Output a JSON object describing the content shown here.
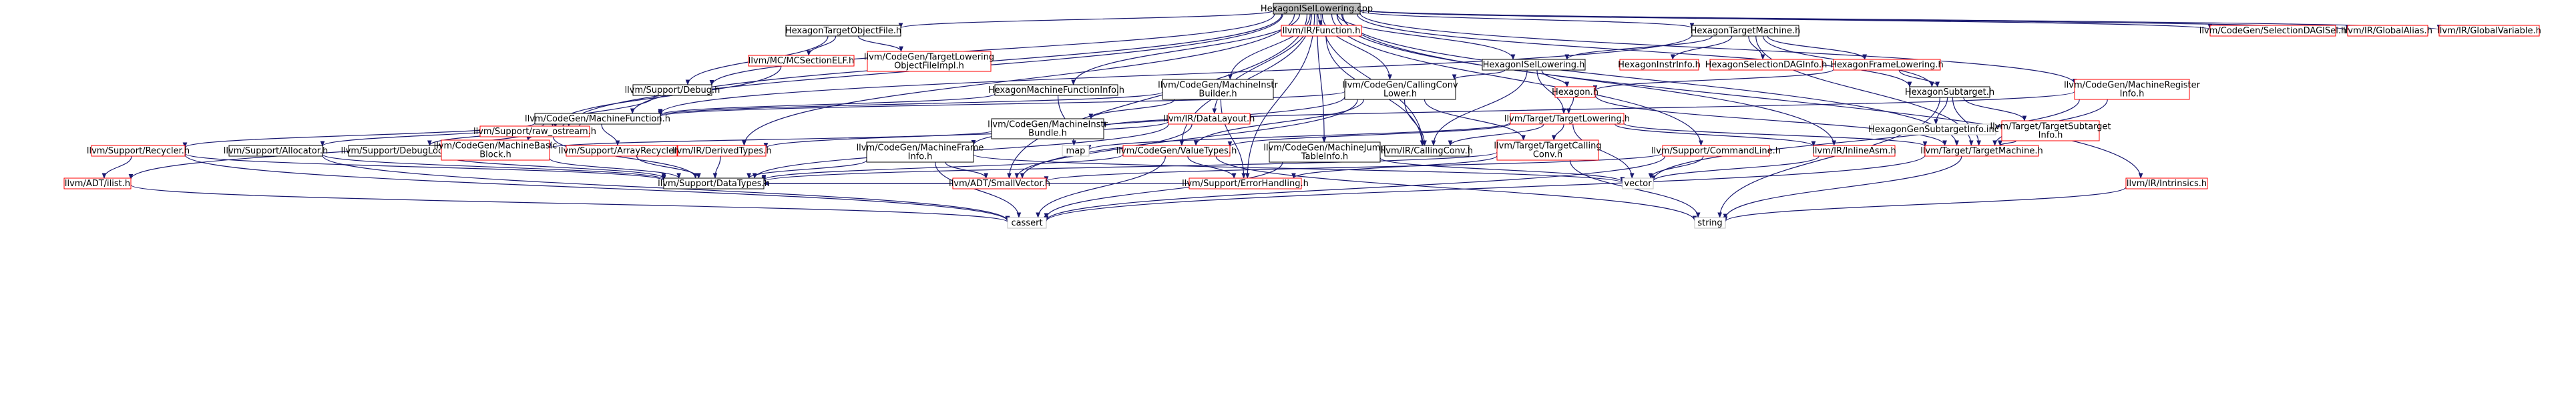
{
  "nodes": [
    {
      "id": "root",
      "lines": [
        "HexagonISelLowering.cpp"
      ],
      "style": "root",
      "link": false
    },
    {
      "id": "tof",
      "lines": [
        "HexagonTargetObjectFile.h"
      ],
      "style": "black",
      "link": true
    },
    {
      "id": "func",
      "lines": [
        "llvm/IR/Function.h"
      ],
      "style": "red",
      "link": true
    },
    {
      "id": "htm",
      "lines": [
        "HexagonTargetMachine.h"
      ],
      "style": "black",
      "link": true
    },
    {
      "id": "seldag",
      "lines": [
        "llvm/CodeGen/SelectionDAGISel.h"
      ],
      "style": "red",
      "link": true
    },
    {
      "id": "galias",
      "lines": [
        "llvm/IR/GlobalAlias.h"
      ],
      "style": "red",
      "link": true
    },
    {
      "id": "gvar",
      "lines": [
        "llvm/IR/GlobalVariable.h"
      ],
      "style": "red",
      "link": true
    },
    {
      "id": "mcsec",
      "lines": [
        "llvm/MC/MCSectionELF.h"
      ],
      "style": "red",
      "link": true
    },
    {
      "id": "tlof",
      "lines": [
        "llvm/CodeGen/TargetLowering",
        "ObjectFileImpl.h"
      ],
      "style": "red",
      "link": true
    },
    {
      "id": "isel",
      "lines": [
        "HexagonISelLowering.h"
      ],
      "style": "black",
      "link": true
    },
    {
      "id": "instrinfo",
      "lines": [
        "HexagonInstrInfo.h"
      ],
      "style": "red",
      "link": true
    },
    {
      "id": "seldaginfo",
      "lines": [
        "HexagonSelectionDAGInfo.h"
      ],
      "style": "red",
      "link": true
    },
    {
      "id": "framelow",
      "lines": [
        "HexagonFrameLowering.h"
      ],
      "style": "red",
      "link": true
    },
    {
      "id": "debug",
      "lines": [
        "llvm/Support/Debug.h"
      ],
      "style": "black",
      "link": true
    },
    {
      "id": "mfi",
      "lines": [
        "HexagonMachineFunctionInfo.h"
      ],
      "style": "black",
      "link": true
    },
    {
      "id": "mib",
      "lines": [
        "llvm/CodeGen/MachineInstr",
        "Builder.h"
      ],
      "style": "black",
      "link": true
    },
    {
      "id": "ccl",
      "lines": [
        "llvm/CodeGen/CallingConv",
        "Lower.h"
      ],
      "style": "black",
      "link": true
    },
    {
      "id": "hexh",
      "lines": [
        "Hexagon.h"
      ],
      "style": "red",
      "link": true
    },
    {
      "id": "subtarget",
      "lines": [
        "HexagonSubtarget.h"
      ],
      "style": "black",
      "link": true
    },
    {
      "id": "mri",
      "lines": [
        "llvm/CodeGen/MachineRegister",
        "Info.h"
      ],
      "style": "red",
      "link": true
    },
    {
      "id": "rawos",
      "lines": [
        "llvm/Support/raw_ostream.h"
      ],
      "style": "red",
      "link": true
    },
    {
      "id": "mf",
      "lines": [
        "llvm/CodeGen/MachineFunction.h"
      ],
      "style": "black",
      "link": true
    },
    {
      "id": "mibundle",
      "lines": [
        "llvm/CodeGen/MachineInstr",
        "Bundle.h"
      ],
      "style": "black",
      "link": true
    },
    {
      "id": "dl",
      "lines": [
        "llvm/IR/DataLayout.h"
      ],
      "style": "red",
      "link": true
    },
    {
      "id": "tl",
      "lines": [
        "llvm/Target/TargetLowering.h"
      ],
      "style": "red",
      "link": true
    },
    {
      "id": "gensub",
      "lines": [
        "HexagonGenSubtargetInfo.inc"
      ],
      "style": "gray",
      "link": false
    },
    {
      "id": "tsi",
      "lines": [
        "llvm/Target/TargetSubtarget",
        "Info.h"
      ],
      "style": "red",
      "link": true
    },
    {
      "id": "recycler",
      "lines": [
        "llvm/Support/Recycler.h"
      ],
      "style": "red",
      "link": true
    },
    {
      "id": "alloc",
      "lines": [
        "llvm/Support/Allocator.h"
      ],
      "style": "black",
      "link": true
    },
    {
      "id": "dloc",
      "lines": [
        "llvm/Support/DebugLoc.h"
      ],
      "style": "black",
      "link": true
    },
    {
      "id": "mbb",
      "lines": [
        "llvm/CodeGen/MachineBasic",
        "Block.h"
      ],
      "style": "red",
      "link": true
    },
    {
      "id": "arec",
      "lines": [
        "llvm/Support/ArrayRecycler.h"
      ],
      "style": "red",
      "link": true
    },
    {
      "id": "dtypes",
      "lines": [
        "llvm/IR/DerivedTypes.h"
      ],
      "style": "red",
      "link": true
    },
    {
      "id": "mfi2",
      "lines": [
        "llvm/CodeGen/MachineFrame",
        "Info.h"
      ],
      "style": "black",
      "link": true
    },
    {
      "id": "vt",
      "lines": [
        "llvm/CodeGen/ValueTypes.h"
      ],
      "style": "red",
      "link": true
    },
    {
      "id": "mjt",
      "lines": [
        "llvm/CodeGen/MachineJump",
        "TableInfo.h"
      ],
      "style": "black",
      "link": true
    },
    {
      "id": "cc",
      "lines": [
        "llvm/IR/CallingConv.h"
      ],
      "style": "black",
      "link": true
    },
    {
      "id": "tcc",
      "lines": [
        "llvm/Target/TargetCalling",
        "Conv.h"
      ],
      "style": "red",
      "link": true
    },
    {
      "id": "cmdline",
      "lines": [
        "llvm/Support/CommandLine.h"
      ],
      "style": "red",
      "link": true
    },
    {
      "id": "inlineasm",
      "lines": [
        "llvm/IR/InlineAsm.h"
      ],
      "style": "red",
      "link": true
    },
    {
      "id": "tm",
      "lines": [
        "llvm/Target/TargetMachine.h"
      ],
      "style": "red",
      "link": true
    },
    {
      "id": "intrin",
      "lines": [
        "llvm/IR/Intrinsics.h"
      ],
      "style": "red",
      "link": true
    },
    {
      "id": "ilist",
      "lines": [
        "llvm/ADT/ilist.h"
      ],
      "style": "red",
      "link": true
    },
    {
      "id": "datatypes",
      "lines": [
        "llvm/Support/DataTypes.h"
      ],
      "style": "black",
      "link": true
    },
    {
      "id": "map",
      "lines": [
        "map"
      ],
      "style": "gray",
      "link": false
    },
    {
      "id": "smallvec",
      "lines": [
        "llvm/ADT/SmallVector.h"
      ],
      "style": "red",
      "link": true
    },
    {
      "id": "errh",
      "lines": [
        "llvm/Support/ErrorHandling.h"
      ],
      "style": "red",
      "link": true
    },
    {
      "id": "vector",
      "lines": [
        "vector"
      ],
      "style": "gray",
      "link": false
    },
    {
      "id": "cassert",
      "lines": [
        "cassert"
      ],
      "style": "gray",
      "link": false
    },
    {
      "id": "string",
      "lines": [
        "string"
      ],
      "style": "gray",
      "link": false
    }
  ],
  "edges": [
    [
      "root",
      "tof"
    ],
    [
      "root",
      "func"
    ],
    [
      "root",
      "htm"
    ],
    [
      "root",
      "seldag"
    ],
    [
      "root",
      "galias"
    ],
    [
      "root",
      "gvar"
    ],
    [
      "root",
      "isel"
    ],
    [
      "root",
      "mfi"
    ],
    [
      "root",
      "mib"
    ],
    [
      "root",
      "ccl"
    ],
    [
      "root",
      "mf"
    ],
    [
      "root",
      "rawos"
    ],
    [
      "root",
      "debug"
    ],
    [
      "root",
      "mri"
    ],
    [
      "root",
      "subtarget"
    ],
    [
      "root",
      "intrin"
    ],
    [
      "root",
      "dl"
    ],
    [
      "root",
      "dtypes"
    ],
    [
      "root",
      "vt"
    ],
    [
      "root",
      "mjt"
    ],
    [
      "root",
      "cc"
    ],
    [
      "root",
      "cmdline"
    ],
    [
      "root",
      "inlineasm"
    ],
    [
      "root",
      "tm"
    ],
    [
      "root",
      "errh"
    ],
    [
      "root",
      "smallvec"
    ],
    [
      "tof",
      "mcsec"
    ],
    [
      "tof",
      "tlof"
    ],
    [
      "tof",
      "debug"
    ],
    [
      "mcsec",
      "rawos"
    ],
    [
      "debug",
      "rawos"
    ],
    [
      "func",
      "cc"
    ],
    [
      "htm",
      "isel"
    ],
    [
      "htm",
      "instrinfo"
    ],
    [
      "htm",
      "seldaginfo"
    ],
    [
      "htm",
      "framelow"
    ],
    [
      "htm",
      "subtarget"
    ],
    [
      "htm",
      "tm"
    ],
    [
      "htm",
      "mf"
    ],
    [
      "isel",
      "hexh"
    ],
    [
      "isel",
      "tl"
    ],
    [
      "isel",
      "cc"
    ],
    [
      "isel",
      "ccl"
    ],
    [
      "framelow",
      "hexh"
    ],
    [
      "framelow",
      "subtarget"
    ],
    [
      "hexh",
      "tl"
    ],
    [
      "hexh",
      "tm"
    ],
    [
      "mfi",
      "mf"
    ],
    [
      "mfi",
      "map"
    ],
    [
      "mib",
      "mf"
    ],
    [
      "mib",
      "mibundle"
    ],
    [
      "mib",
      "errh"
    ],
    [
      "ccl",
      "mf"
    ],
    [
      "ccl",
      "mfi2"
    ],
    [
      "ccl",
      "vt"
    ],
    [
      "ccl",
      "tcc"
    ],
    [
      "ccl",
      "smallvec"
    ],
    [
      "ccl",
      "cc"
    ],
    [
      "subtarget",
      "gensub"
    ],
    [
      "subtarget",
      "tsi"
    ],
    [
      "subtarget",
      "tm"
    ],
    [
      "subtarget",
      "string"
    ],
    [
      "mri",
      "mibundle"
    ],
    [
      "mri",
      "tm"
    ],
    [
      "mri",
      "vector"
    ],
    [
      "rawos",
      "datatypes"
    ],
    [
      "mf",
      "recycler"
    ],
    [
      "mf",
      "alloc"
    ],
    [
      "mf",
      "dloc"
    ],
    [
      "mf",
      "mbb"
    ],
    [
      "mf",
      "arec"
    ],
    [
      "mf",
      "ilist"
    ],
    [
      "mibundle",
      "mbb"
    ],
    [
      "dl",
      "dtypes"
    ],
    [
      "dl",
      "datatypes"
    ],
    [
      "dl",
      "smallvec"
    ],
    [
      "tl",
      "map"
    ],
    [
      "tl",
      "cc"
    ],
    [
      "tl",
      "tcc"
    ],
    [
      "tl",
      "inlineasm"
    ],
    [
      "tl",
      "tm"
    ],
    [
      "tl",
      "vector"
    ],
    [
      "tl",
      "vt"
    ],
    [
      "tsi",
      "tm"
    ],
    [
      "recycler",
      "ilist"
    ],
    [
      "recycler",
      "datatypes"
    ],
    [
      "recycler",
      "cassert"
    ],
    [
      "alloc",
      "datatypes"
    ],
    [
      "alloc",
      "cassert"
    ],
    [
      "dloc",
      "datatypes"
    ],
    [
      "mbb",
      "datatypes"
    ],
    [
      "arec",
      "datatypes"
    ],
    [
      "dtypes",
      "datatypes"
    ],
    [
      "mfi2",
      "datatypes"
    ],
    [
      "mfi2",
      "smallvec"
    ],
    [
      "mfi2",
      "vector"
    ],
    [
      "mfi2",
      "cassert"
    ],
    [
      "vt",
      "datatypes"
    ],
    [
      "vt",
      "errh"
    ],
    [
      "vt",
      "cassert"
    ],
    [
      "vt",
      "string"
    ],
    [
      "mjt",
      "vector"
    ],
    [
      "mjt",
      "cassert"
    ],
    [
      "tcc",
      "datatypes"
    ],
    [
      "tcc",
      "errh"
    ],
    [
      "tcc",
      "string"
    ],
    [
      "cmdline",
      "smallvec"
    ],
    [
      "cmdline",
      "cassert"
    ],
    [
      "cmdline",
      "vector"
    ],
    [
      "inlineasm",
      "vector"
    ],
    [
      "tm",
      "string"
    ],
    [
      "tm",
      "cassert"
    ],
    [
      "intrin",
      "string"
    ],
    [
      "ilist",
      "cassert"
    ],
    [
      "smallvec",
      "datatypes"
    ],
    [
      "errh",
      "datatypes"
    ]
  ],
  "colors": {
    "edge": "#191970",
    "black_border": "#000000",
    "red_border": "#ff0000",
    "gray_border": "#bfbfbf",
    "root_fill": "#bfbfbf",
    "node_fill": "#ffffff"
  }
}
